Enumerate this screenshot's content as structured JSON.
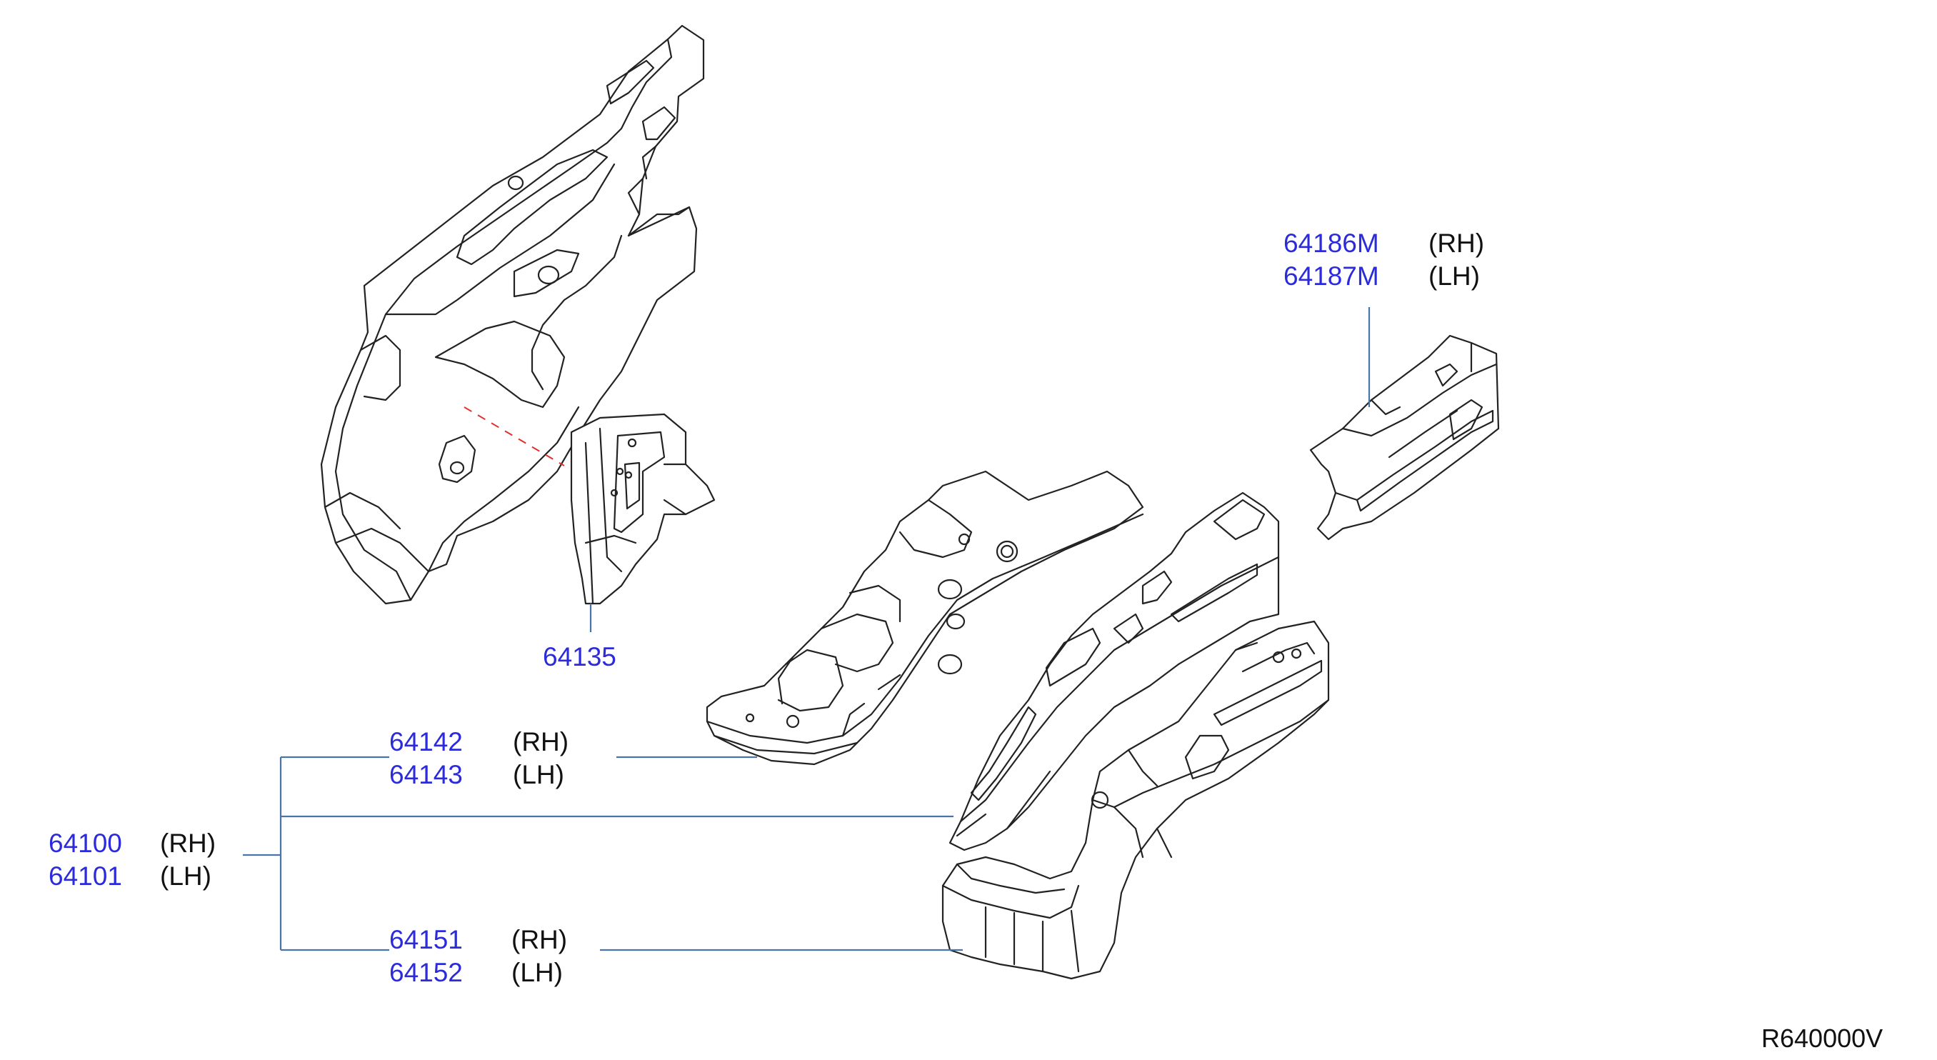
{
  "callouts": {
    "c64135": {
      "part": "64135"
    },
    "c64186": {
      "rh_part": "64186M",
      "rh_side": "(RH)",
      "lh_part": "64187M",
      "lh_side": "(LH)"
    },
    "c64142": {
      "rh_part": "64142",
      "rh_side": "(RH)",
      "lh_part": "64143",
      "lh_side": "(LH)"
    },
    "c64100": {
      "rh_part": "64100",
      "rh_side": "(RH)",
      "lh_part": "64101",
      "lh_side": "(LH)"
    },
    "c64151": {
      "rh_part": "64151",
      "rh_side": "(RH)",
      "lh_part": "64152",
      "lh_side": "(LH)"
    }
  },
  "reference_code": "R640000V",
  "colors": {
    "part_number": "#2b2bdc",
    "leader_line": "#4a73a8",
    "dashed_guide": "#e03030",
    "outline": "#222222"
  }
}
